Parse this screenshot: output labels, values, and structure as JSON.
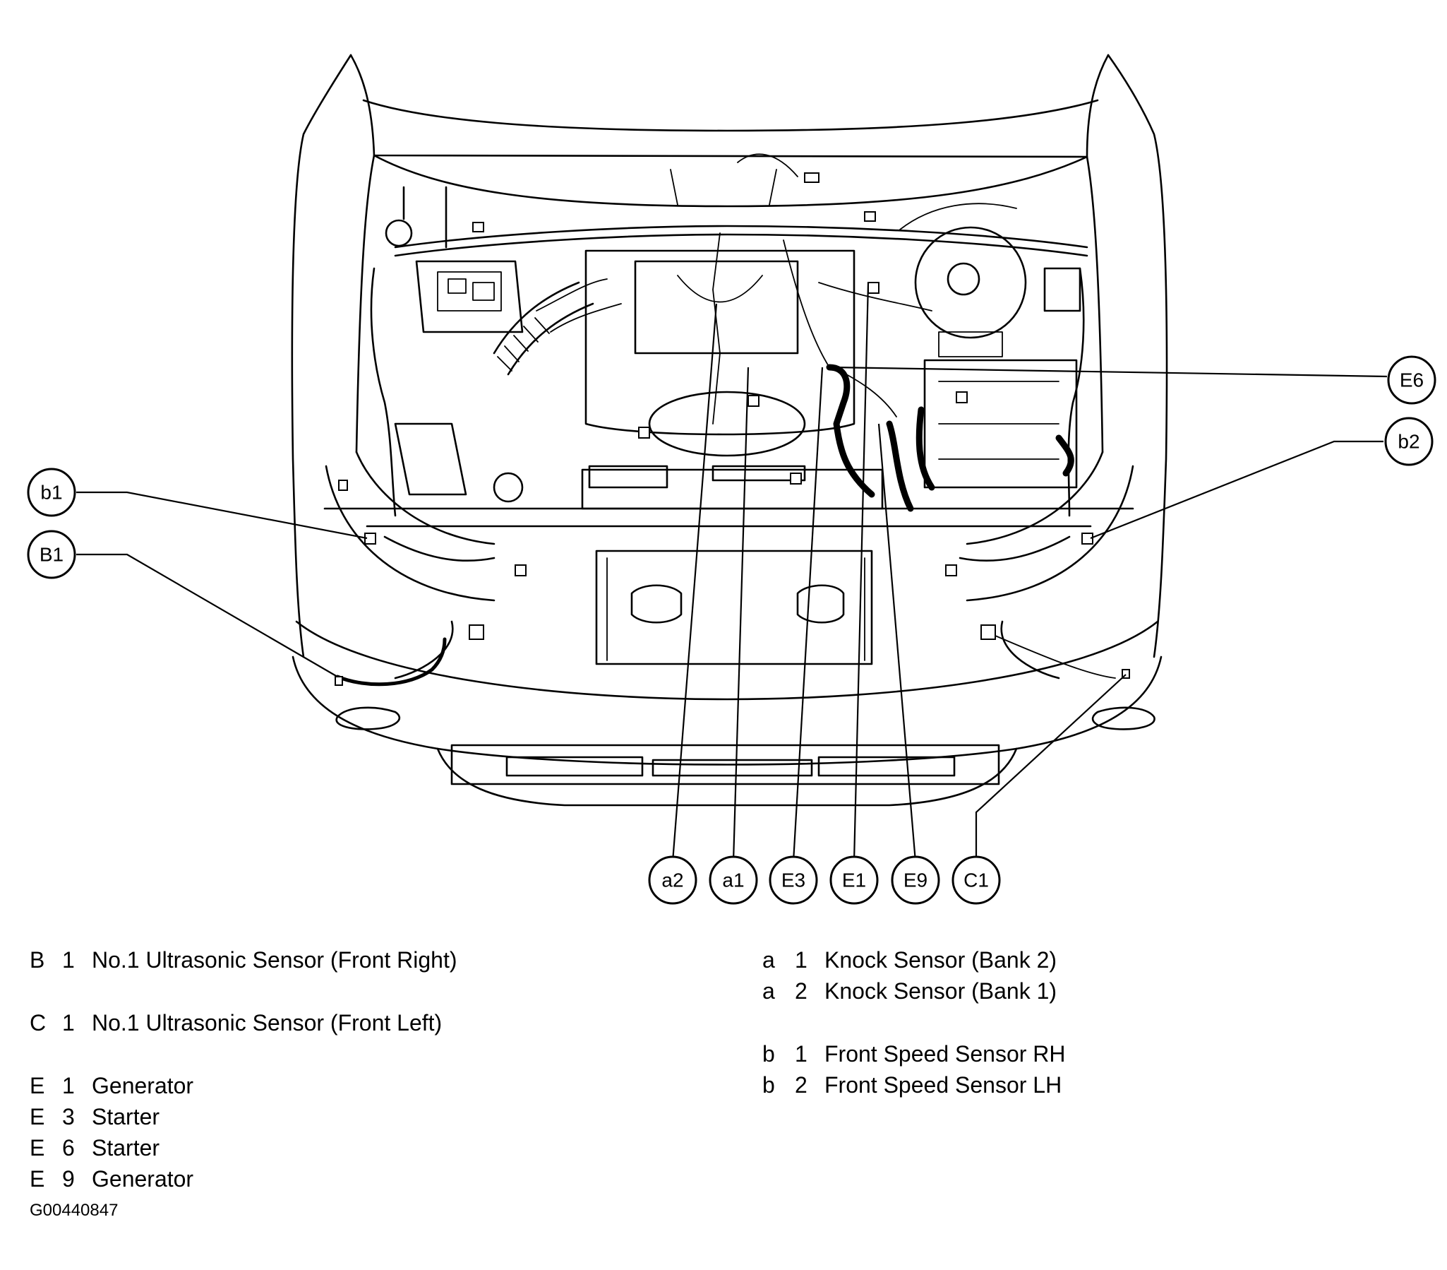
{
  "callouts": {
    "b1": "b1",
    "B1": "B1",
    "E6": "E6",
    "b2": "b2",
    "a2": "a2",
    "a1": "a1",
    "E3": "E3",
    "E1": "E1",
    "E9": "E9",
    "C1": "C1"
  },
  "legend_left": [
    {
      "letter": "B",
      "num": "1",
      "name": "No.1 Ultrasonic Sensor (Front Right)"
    },
    {
      "letter": "C",
      "num": "1",
      "name": "No.1 Ultrasonic Sensor (Front Left)"
    },
    {
      "letter": "E",
      "num": "1",
      "name": "Generator"
    },
    {
      "letter": "E",
      "num": "3",
      "name": "Starter"
    },
    {
      "letter": "E",
      "num": "6",
      "name": "Starter"
    },
    {
      "letter": "E",
      "num": "9",
      "name": "Generator"
    }
  ],
  "legend_right": [
    {
      "letter": "a",
      "num": "1",
      "name": "Knock Sensor (Bank 2)"
    },
    {
      "letter": "a",
      "num": "2",
      "name": "Knock Sensor (Bank 1)"
    },
    {
      "letter": "b",
      "num": "1",
      "name": "Front Speed Sensor RH"
    },
    {
      "letter": "b",
      "num": "2",
      "name": "Front Speed Sensor LH"
    }
  ],
  "figure_id": "G00440847"
}
